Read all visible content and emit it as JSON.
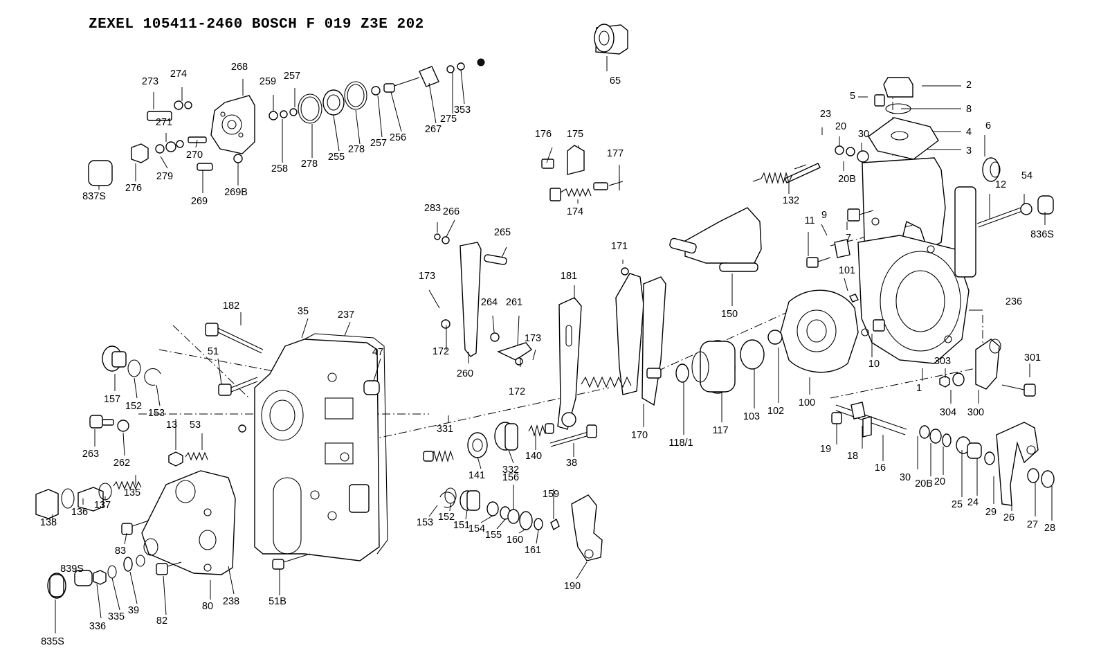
{
  "title": "ZEXEL  105411-2460  BOSCH  F 019 Z3E 202",
  "labels": [
    "65",
    "2",
    "8",
    "5",
    "4",
    "3",
    "6",
    "23",
    "20",
    "30",
    "20B",
    "132",
    "12",
    "54",
    "836S",
    "9",
    "7",
    "11",
    "101",
    "236",
    "10",
    "301",
    "303",
    "304",
    "300",
    "1",
    "100",
    "102",
    "103",
    "117",
    "118/1",
    "170",
    "150",
    "171",
    "181",
    "19",
    "18",
    "16",
    "30",
    "20B",
    "20",
    "25",
    "24",
    "29",
    "26",
    "27",
    "28",
    "176",
    "175",
    "177",
    "174",
    "283",
    "266",
    "265",
    "173",
    "264",
    "261",
    "173",
    "172",
    "172",
    "260",
    "273",
    "274",
    "268",
    "259",
    "257",
    "271",
    "270",
    "279",
    "269",
    "269B",
    "837S",
    "276",
    "258",
    "278",
    "255",
    "278",
    "257",
    "256",
    "267",
    "275",
    "353",
    "182",
    "35",
    "237",
    "51",
    "47",
    "157",
    "152",
    "153",
    "13",
    "263",
    "262",
    "53",
    "138",
    "136",
    "137",
    "135",
    "83",
    "839S",
    "835S",
    "336",
    "335",
    "39",
    "82",
    "80",
    "238",
    "51B",
    "331",
    "141",
    "332",
    "140",
    "38",
    "153",
    "152",
    "151",
    "154",
    "155",
    "156",
    "160",
    "161",
    "159",
    "190"
  ]
}
